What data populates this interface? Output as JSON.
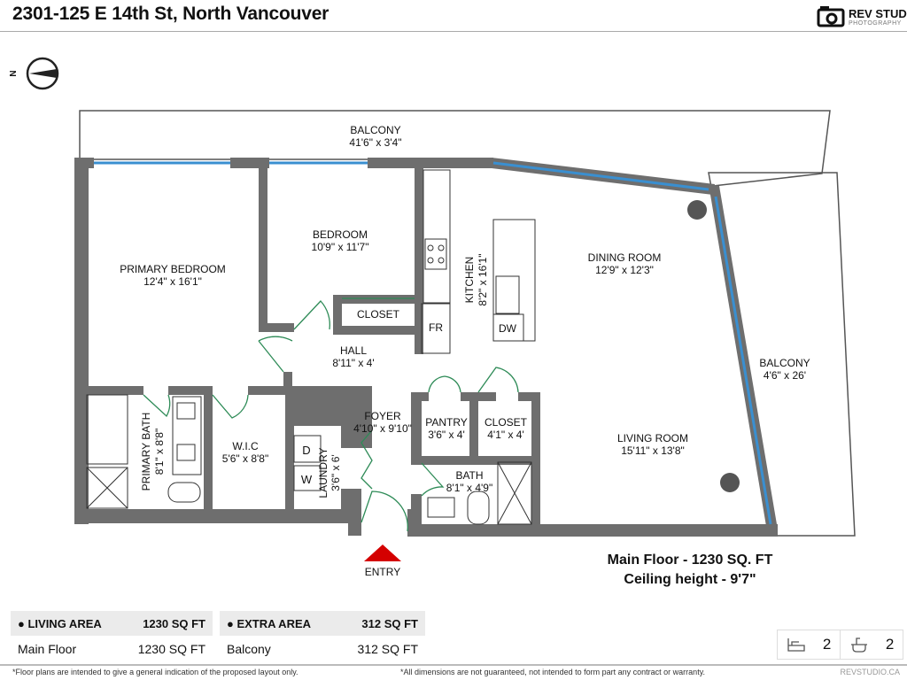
{
  "header": {
    "title": "2301-125 E 14th St, North Vancouver",
    "logo_brand": "REV STUDIO",
    "logo_sub": "PHOTOGRAPHY"
  },
  "compass": {
    "label": "N"
  },
  "rooms": {
    "balcony_top": {
      "name": "BALCONY",
      "dims": "41'6\" x 3'4\""
    },
    "primary_bedroom": {
      "name": "PRIMARY BEDROOM",
      "dims": "12'4\" x 16'1\""
    },
    "bedroom": {
      "name": "BEDROOM",
      "dims": "10'9\" x 11'7\""
    },
    "closet_hall": {
      "name": "CLOSET"
    },
    "hall": {
      "name": "HALL",
      "dims": "8'11\" x 4'"
    },
    "kitchen": {
      "name": "KITCHEN",
      "dims": "8'2\" x 16'1\""
    },
    "fridge": "FR",
    "dishwasher": "DW",
    "dining_room": {
      "name": "DINING ROOM",
      "dims": "12'9\" x 12'3\""
    },
    "balcony_right": {
      "name": "BALCONY",
      "dims": "4'6\" x 26'"
    },
    "primary_bath": {
      "name": "PRIMARY BATH",
      "dims": "8'1\" x 8'8\""
    },
    "wic": {
      "name": "W.I.C",
      "dims": "5'6\" x 8'8\""
    },
    "laundry": {
      "name": "LAUNDRY",
      "dims": "3'6\" x 6'"
    },
    "dryer": "D",
    "washer": "W",
    "foyer": {
      "name": "FOYER",
      "dims": "4'10\" x 9'10\""
    },
    "pantry": {
      "name": "PANTRY",
      "dims": "3'6\" x 4'"
    },
    "closet": {
      "name": "CLOSET",
      "dims": "4'1\" x 4'"
    },
    "bath": {
      "name": "BATH",
      "dims": "8'1\" x 4'9\""
    },
    "living_room": {
      "name": "LIVING ROOM",
      "dims": "15'11\" x 13'8\""
    },
    "entry": "ENTRY"
  },
  "floor_info": {
    "line1": "Main Floor - 1230 SQ. FT",
    "line2": "Ceiling height - 9'7\""
  },
  "living_area": {
    "header": "LIVING AREA",
    "header_value": "1230 SQ FT",
    "rows": [
      {
        "label": "Main Floor",
        "value": "1230 SQ FT"
      }
    ]
  },
  "extra_area": {
    "header": "EXTRA AREA",
    "header_value": "312 SQ FT",
    "rows": [
      {
        "label": "Balcony",
        "value": "312 SQ FT"
      }
    ]
  },
  "counts": {
    "bedrooms": "2",
    "bathrooms": "2"
  },
  "footer": {
    "left": "*Floor plans are intended to give a general indication of the proposed layout only.",
    "middle": "*All dimensions are not guaranteed, not intended to form part any contract or warranty.",
    "right": "REVSTUDIO.CA"
  },
  "colors": {
    "wall": "#6e6e6e",
    "window": "#3a8fd0",
    "door": "#2e8b57",
    "entry_arrow": "#d40000"
  }
}
